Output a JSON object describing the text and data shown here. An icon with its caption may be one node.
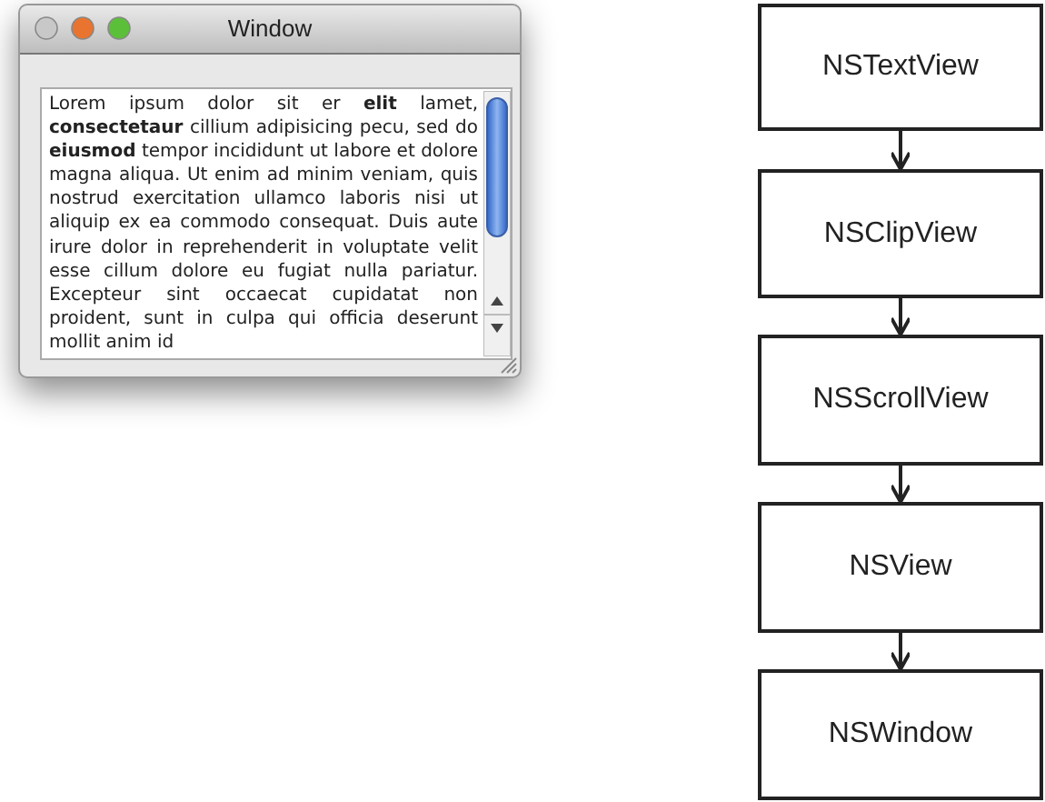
{
  "diagram": {
    "nodes": [
      {
        "text": [
          "Window"
        ]
      },
      {
        "text": [
          "Lorem ipsum dolor sit er **elit** lamet, **consectetaur** cillium adipisicing pecu, sed do **eiusmod** tempor incididunt ut labore et dolore magna aliqua. Ut enim ad minim veniam, quis nostrud exercitation ullamco laboris nisi ut aliquip ex ea commodo consequat. Duis aute irure dolor in reprehenderit in voluptate velit esse cillum dolore eu fugiat nulla pariatur. Excepteur sint occaecat cupidatat non proident, sunt in culpa qui officia deserunt mollit anim id"
        ],
        "in": 0
      },
      {
        "text": [
          "NSTextView"
        ]
      },
      {
        "text": [
          "NSClipView"
        ]
      },
      {
        "text": [
          "NSScrollView"
        ]
      },
      {
        "text": [
          "NSView"
        ]
      },
      {
        "text": [
          "NSWindow"
        ]
      }
    ],
    "edges": [
      {
        "from": 2,
        "to": 3,
        "arrow": "to"
      },
      {
        "from": 3,
        "to": 4,
        "arrow": "to"
      },
      {
        "from": 4,
        "to": 5,
        "arrow": "to"
      },
      {
        "from": 5,
        "to": 6,
        "arrow": "to"
      }
    ]
  }
}
